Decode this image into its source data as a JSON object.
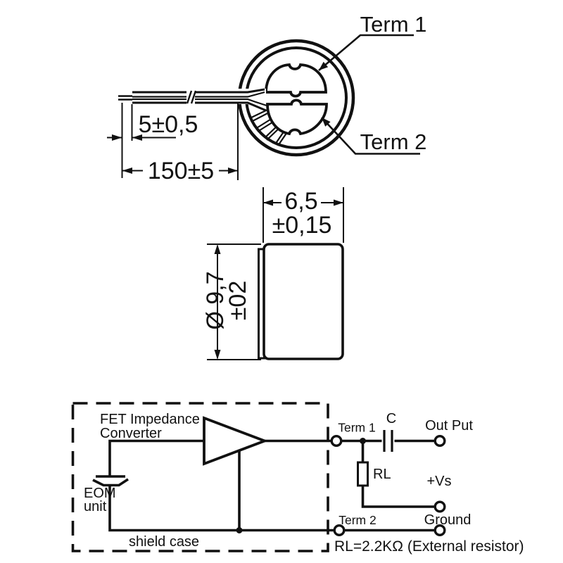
{
  "drawing_type": "electret condenser microphone datasheet drawing",
  "colors": {
    "ink": "#111111",
    "background": "#ffffff"
  },
  "top_view": {
    "term1_label": "Term 1",
    "term2_label": "Term 2",
    "strip_length_dim": "5±0,5",
    "cable_length_dim": "150±5"
  },
  "side_view": {
    "width_dim": "6,5",
    "width_tolerance": "±0,15",
    "diameter_dim": "Ø 9,7",
    "diameter_tolerance": "±02"
  },
  "circuit": {
    "fet_label_line1": "FET Impedance",
    "fet_label_line2": "Converter",
    "eom_label_line1": "EOM",
    "eom_label_line2": "unit",
    "shield_label": "shield case",
    "term1_label": "Term 1",
    "term2_label": "Term 2",
    "capacitor_label": "C",
    "output_label": "Out Put",
    "load_resistor_label": "RL",
    "supply_label": "+Vs",
    "ground_label": "Ground",
    "note": "RL=2.2KΩ (External resistor)"
  }
}
